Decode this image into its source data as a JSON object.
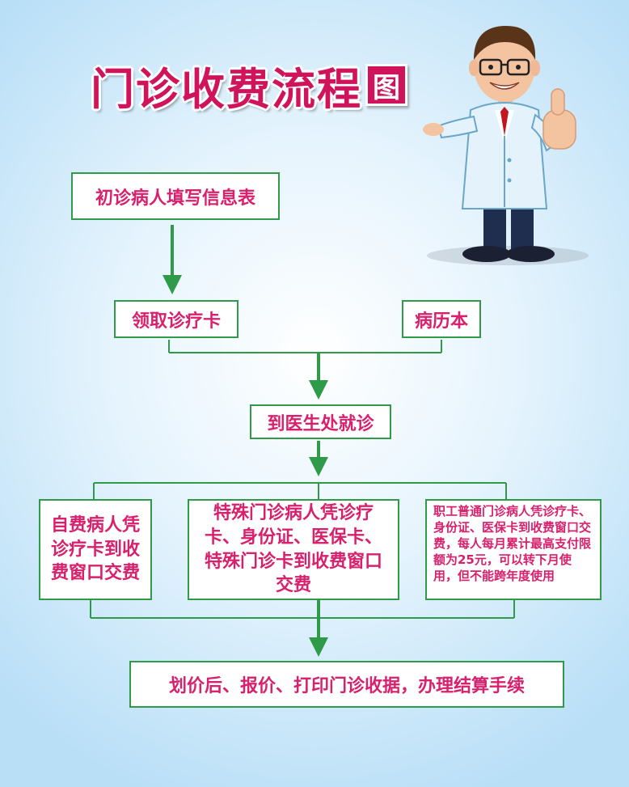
{
  "title": {
    "main": "门诊收费流程",
    "last_char": "图"
  },
  "flow": {
    "step1": "初诊病人填写信息表",
    "step2a": "领取诊疗卡",
    "step2b": "病历本",
    "step3": "到医生处就诊",
    "pay_self": "自费病人凭诊疗卡到收费窗口交费",
    "pay_special": "特殊门诊病人凭诊疗卡、身份证、医保卡、特殊门诊卡到收费窗口交费",
    "pay_employee": "职工普通门诊病人凭诊疗卡、身份证、医保卡到收费窗口交费，每人每月累计最高支付限额为25元，可以转下月使用，但不能跨年度使用",
    "step5": "划价后、报价、打印门诊收据，办理结算手续"
  },
  "colors": {
    "accent": "#d0145c",
    "line": "#2f9a47",
    "text": "#d8206c"
  }
}
